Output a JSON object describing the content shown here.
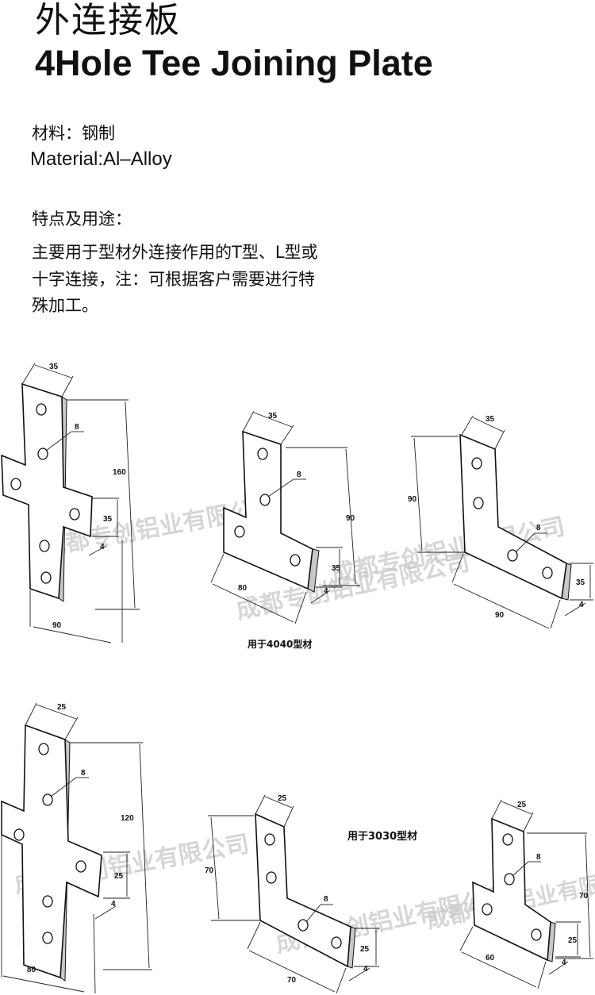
{
  "header": {
    "title_cn": "外连接板",
    "title_en": "4Hole Tee Joining Plate"
  },
  "material": {
    "label_cn": "材料：钢制",
    "label_en": "Material:Al–Alloy"
  },
  "features": {
    "heading": "特点及用途：",
    "lines": [
      "主要用于型材外连接作用的T型、L型或",
      "十字连接，注：可根据客户需要进行特",
      "殊加工。"
    ]
  },
  "usage_labels": {
    "profile_4040": "用于4040型材",
    "profile_3030": "用于3030型材"
  },
  "watermark": "成都专创铝业有限公司",
  "dimensions": {
    "cross_4040": {
      "width": "35",
      "hole": "8",
      "height": "160",
      "arm": "35",
      "span": "90",
      "thickness": "4"
    },
    "tee_4040": {
      "width": "35",
      "hole": "8",
      "height": "90",
      "arm": "35",
      "span": "80",
      "thickness": "4"
    },
    "ell_4040": {
      "width": "35",
      "hole": "8",
      "height": "90",
      "arm": "35",
      "span": "90",
      "thickness": "4"
    },
    "cross_3030": {
      "width": "25",
      "hole": "8",
      "height": "120",
      "arm": "25",
      "span": "80",
      "thickness": "4"
    },
    "ell_3030": {
      "width": "25",
      "hole": "8",
      "height": "70",
      "arm": "25",
      "span": "70",
      "thickness": "4"
    },
    "tee_3030": {
      "width": "25",
      "hole": "8",
      "height": "70",
      "arm": "25",
      "span": "60",
      "thickness": "4"
    }
  }
}
